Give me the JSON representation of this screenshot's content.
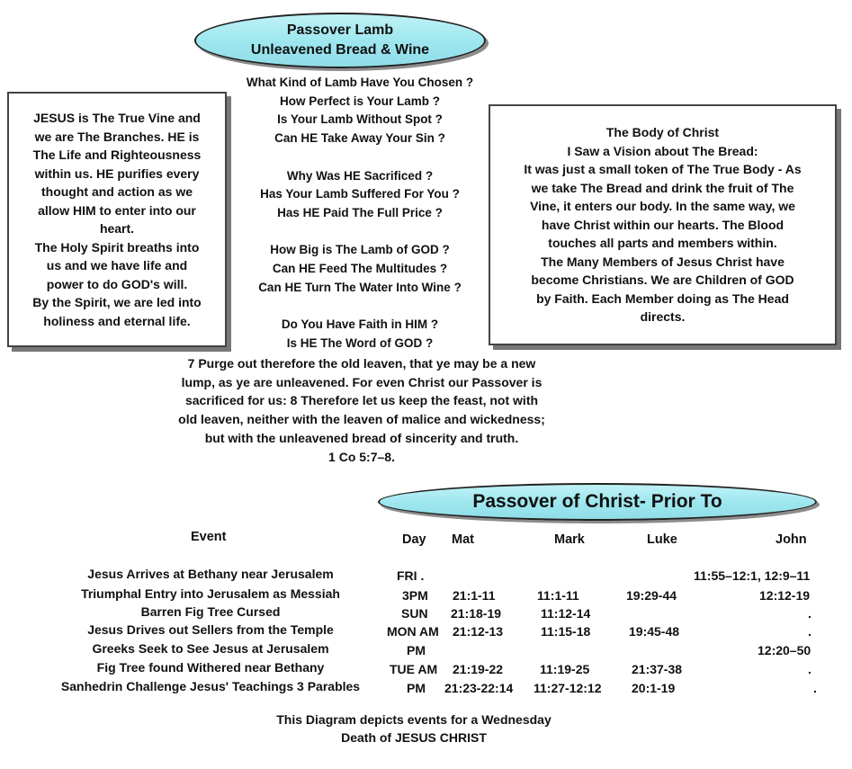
{
  "title": {
    "line1": "Passover Lamb",
    "line2": "Unleavened Bread & Wine"
  },
  "questions": [
    "What Kind of Lamb Have You Chosen ?",
    "How Perfect is Your Lamb ?",
    "Is Your Lamb Without Spot ?",
    "Can HE Take Away Your Sin ?",
    "",
    "Why Was HE Sacrificed ?",
    "Has Your Lamb Suffered For You ?",
    "Has HE Paid The Full Price ?",
    "",
    "How Big is The Lamb of GOD ?",
    "Can HE Feed The Multitudes ?",
    "Can HE Turn The Water Into Wine ?",
    "",
    "Do You Have Faith in HIM ?",
    "Is HE The Word of GOD ?"
  ],
  "left_box": [
    "JESUS is The True Vine and",
    "we are The Branches. HE is",
    "The Life and Righteousness",
    "within us. HE purifies every",
    "thought and action as we",
    "allow HIM to enter into our",
    "heart.",
    "The Holy Spirit breaths into",
    "us and we have life and",
    "power to do GOD's will.",
    "By the Spirit, we are led into",
    "holiness and eternal life."
  ],
  "right_box": [
    "The Body of Christ",
    "I Saw a Vision about The Bread:",
    "It was just a small token of The True Body - As",
    "we take The Bread and drink the fruit of The",
    "Vine, it enters our body. In the same way, we",
    "have Christ within our hearts. The Blood",
    "touches all parts and members within.",
    "The Many Members of Jesus Christ have",
    "become Christians. We are Children of GOD",
    "by Faith. Each Member doing as The Head",
    "directs."
  ],
  "scripture": [
    "7 Purge out therefore the old leaven, that ye may be a new",
    "lump, as ye are unleavened. For even Christ our Passover is",
    "sacrificed for us: 8 Therefore let us keep the feast, not with",
    "old leaven, neither with the leaven of malice and wickedness;",
    "but with the unleavened bread of sincerity and truth.",
    "1 Co 5:7–8."
  ],
  "section_title": "Passover of Christ- Prior To",
  "table": {
    "headers": {
      "event": "Event",
      "day": "Day",
      "mat": "Mat",
      "mark": "Mark",
      "luke": "Luke",
      "john": "John"
    },
    "rows": [
      {
        "event": "Jesus Arrives at Bethany near Jerusalem",
        "day": "FRI .",
        "mat": "",
        "mark": "",
        "luke": "",
        "john": "11:55–12:1, 12:9–11"
      },
      {
        "event": "Triumphal Entry into Jerusalem as Messiah",
        "day": "3PM",
        "mat": "21:1-11",
        "mark": "11:1-11",
        "luke": "19:29-44",
        "john": "12:12-19"
      },
      {
        "event": "Barren Fig Tree Cursed",
        "day": "SUN",
        "mat": "21:18-19",
        "mark": "11:12-14",
        "luke": "",
        "john": "."
      },
      {
        "event": "Jesus Drives out Sellers from the Temple",
        "day": "MON AM",
        "mat": "21:12-13",
        "mark": "11:15-18",
        "luke": "19:45-48",
        "john": "."
      },
      {
        "event": "Greeks Seek to See Jesus at Jerusalem",
        "day": "PM",
        "mat": "",
        "mark": "",
        "luke": "",
        "john": "12:20–50"
      },
      {
        "event": "Fig Tree found Withered near Bethany",
        "day": "TUE AM",
        "mat": "21:19-22",
        "mark": "11:19-25",
        "luke": "21:37-38",
        "john": "."
      },
      {
        "event": "Sanhedrin Challenge Jesus' Teachings 3 Parables",
        "day": "PM",
        "mat": "21:23-22:14",
        "mark": "11:27-12:12",
        "luke": "20:1-19",
        "john": "."
      }
    ]
  },
  "footer": {
    "line1": "This Diagram depicts events for a Wednesday",
    "line2": "Death of JESUS CHRIST"
  }
}
